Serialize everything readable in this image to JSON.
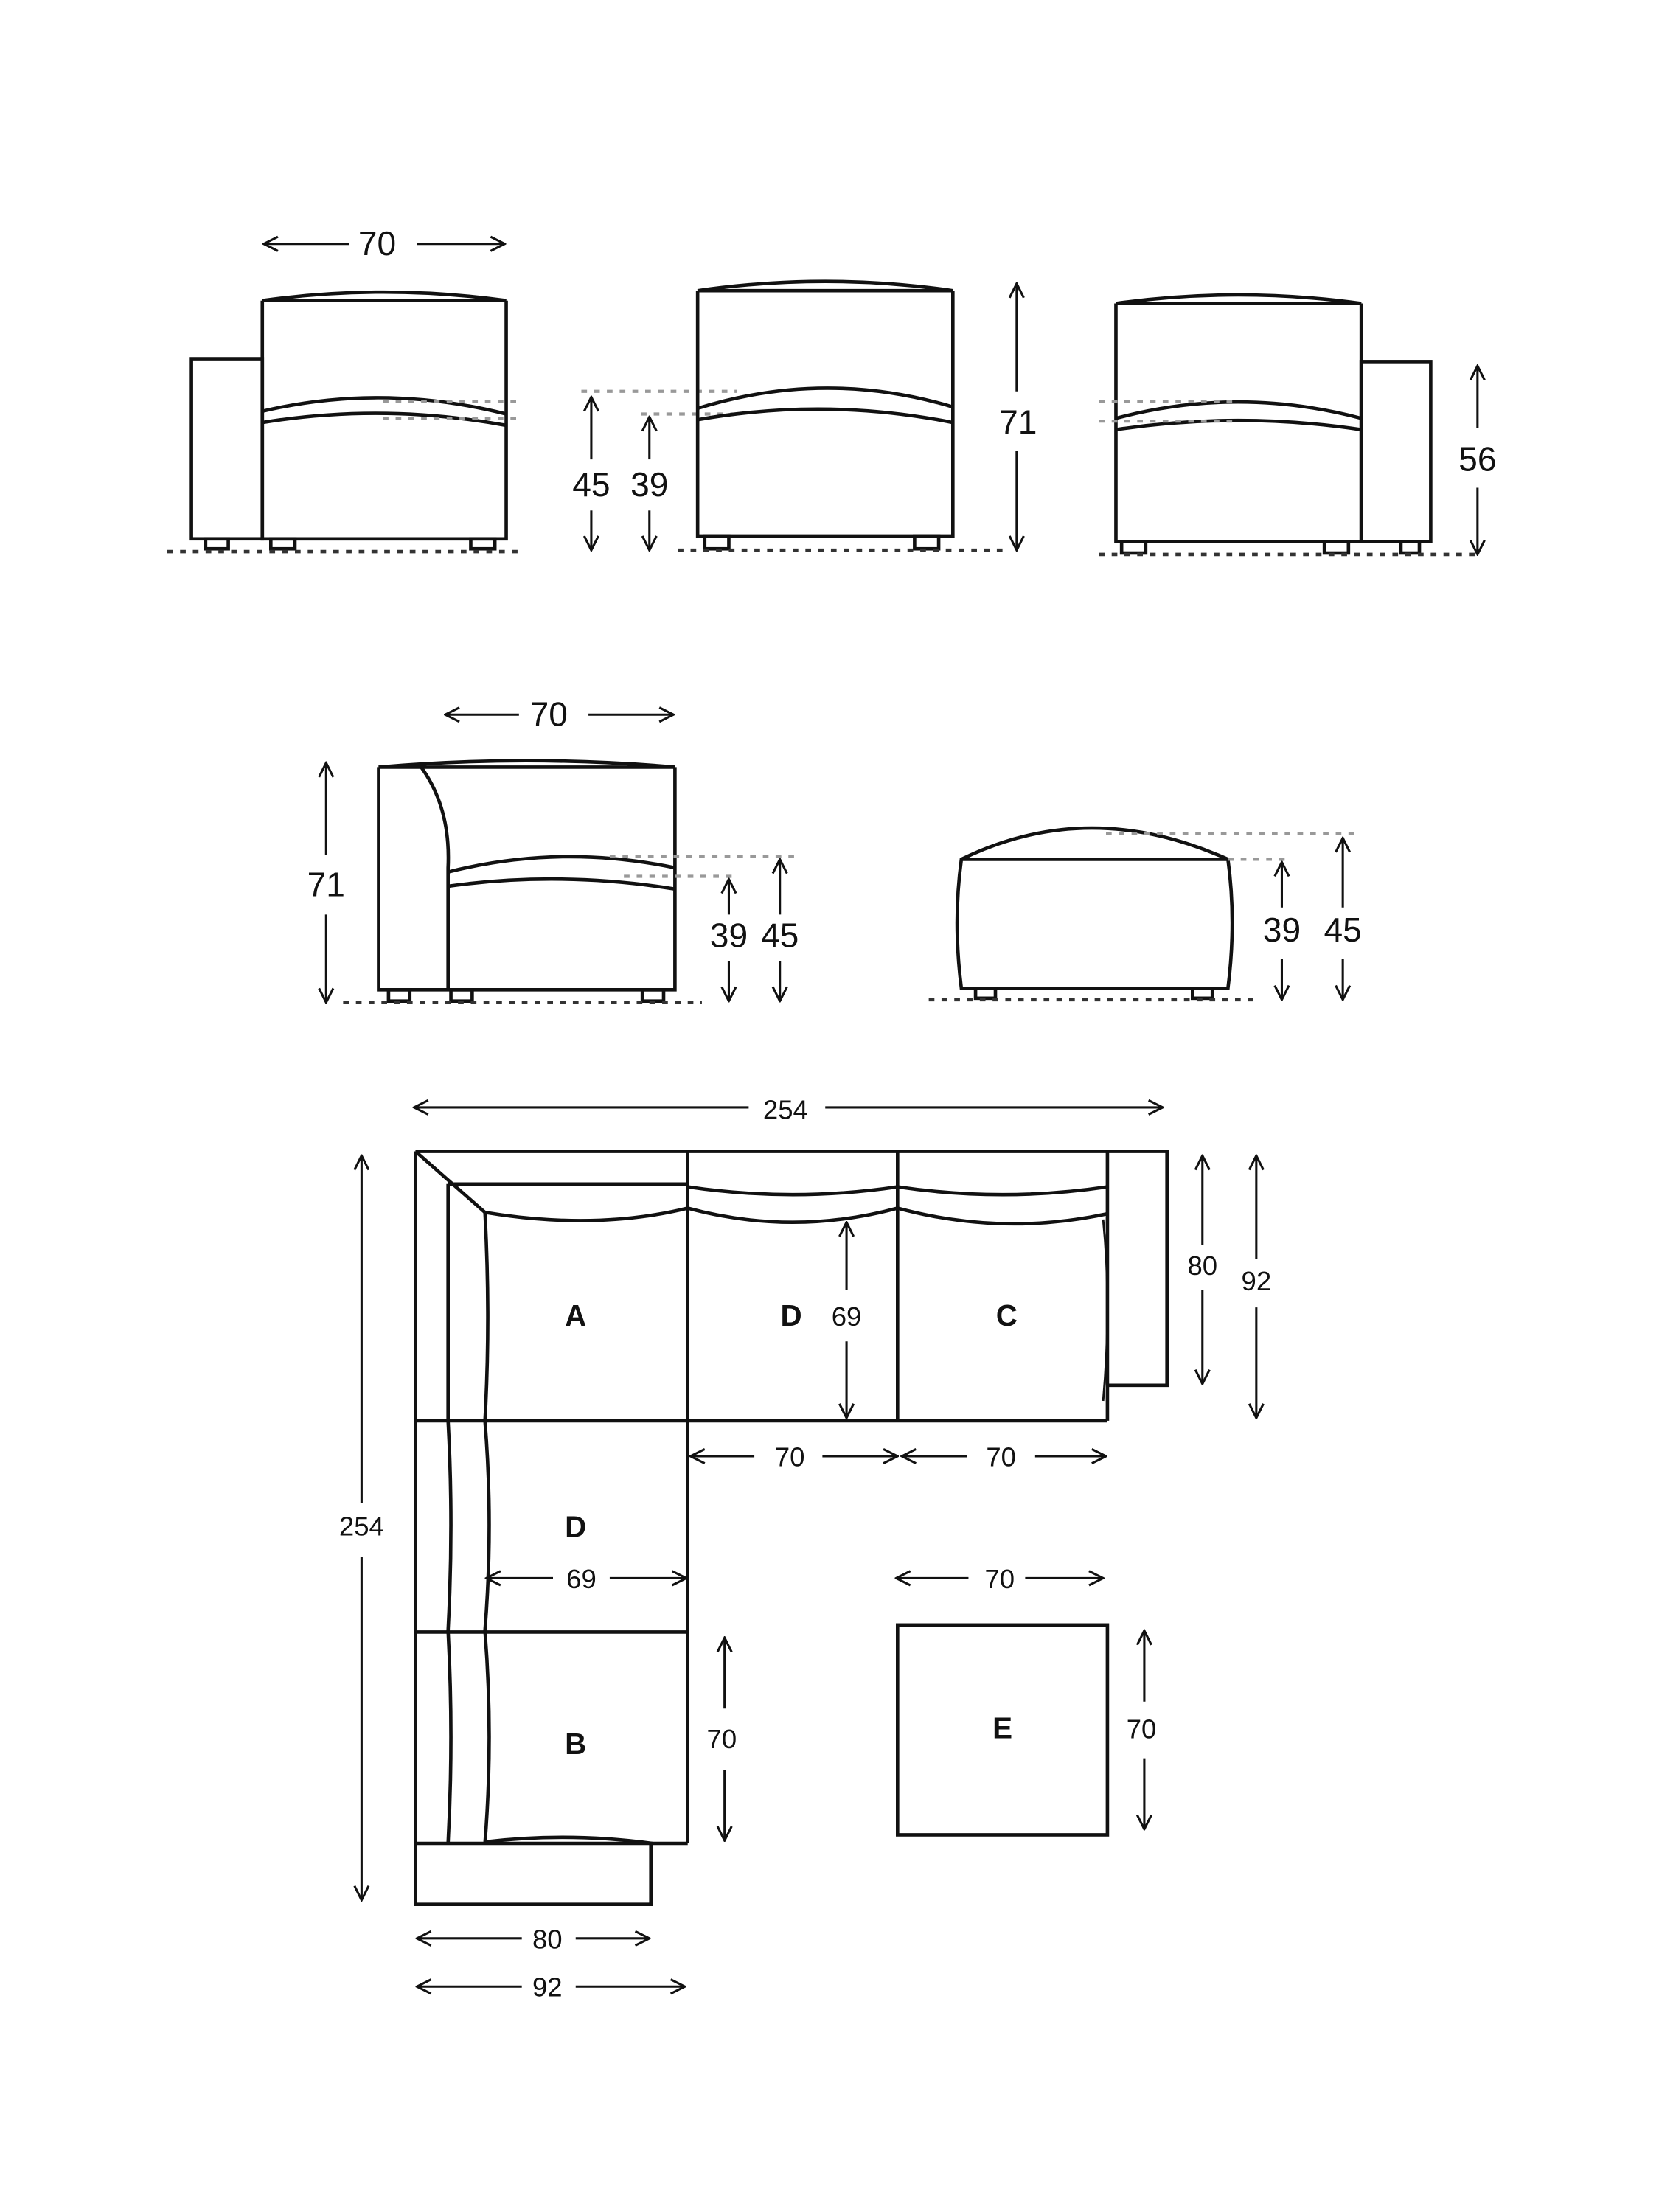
{
  "diagram": {
    "type": "furniture-dimension-drawing",
    "units": "cm",
    "colors": {
      "line": "#111111",
      "guide": "#999999",
      "background": "#ffffff"
    }
  },
  "elevations": {
    "left_arm_unit": {
      "width": "70"
    },
    "armless_unit": {
      "seat_height": "45",
      "seat_inner": "39",
      "total_height": "71"
    },
    "right_arm_unit": {
      "arm_height": "56"
    },
    "corner_unit": {
      "width": "70",
      "total_height": "71",
      "seat_inner": "39",
      "seat_height": "45"
    },
    "footstool": {
      "inner": "39",
      "height": "45"
    }
  },
  "plan": {
    "overall_width": "254",
    "overall_depth": "254",
    "modules": {
      "a": "A",
      "d_top": "D",
      "c": "C",
      "d_side": "D",
      "b": "B",
      "e": "E"
    },
    "seat_depth_top": "69",
    "arm_depth": "80",
    "total_depth": "92",
    "module_width_d": "70",
    "module_width_c": "70",
    "seat_depth_side": "69",
    "module_b_width": "70",
    "footstool_width": "70",
    "footstool_depth": "70",
    "bottom_80": "80",
    "bottom_92": "92"
  }
}
